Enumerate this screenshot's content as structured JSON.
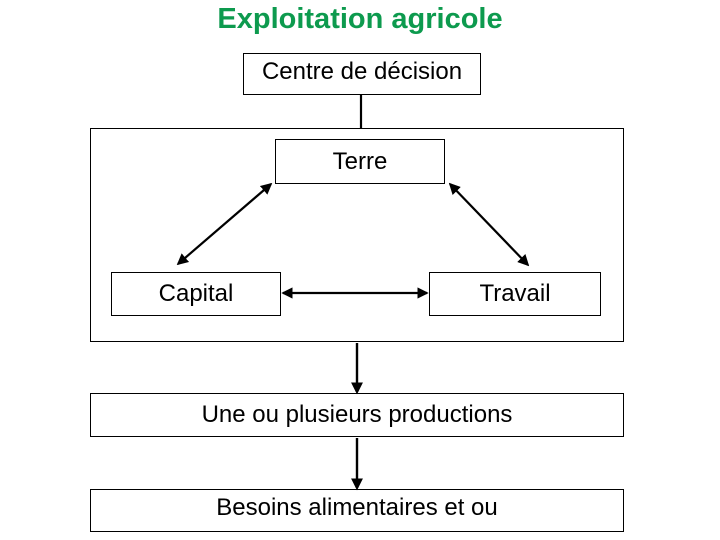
{
  "title": {
    "text": "Exploitation agricole",
    "color": "#0d9a4e"
  },
  "diagram": {
    "type": "flowchart",
    "nodes": [
      {
        "id": "decision",
        "label": "Centre de décision"
      },
      {
        "id": "terre",
        "label": "Terre"
      },
      {
        "id": "capital",
        "label": "Capital"
      },
      {
        "id": "travail",
        "label": "Travail"
      },
      {
        "id": "productions",
        "label": "Une ou plusieurs productions"
      },
      {
        "id": "besoins",
        "label": "Besoins alimentaires et ou"
      }
    ],
    "connections": [
      {
        "from": "decision",
        "to": "facteurs-frame",
        "style": "line-down"
      },
      {
        "from": "capital",
        "to": "terre",
        "style": "double-arrow-diagonal"
      },
      {
        "from": "terre",
        "to": "travail",
        "style": "double-arrow-diagonal"
      },
      {
        "from": "capital",
        "to": "travail",
        "style": "double-arrow-horizontal"
      },
      {
        "from": "facteurs-frame",
        "to": "productions",
        "style": "arrow-down"
      },
      {
        "from": "productions",
        "to": "besoins",
        "style": "arrow-down"
      }
    ],
    "frame_label": "",
    "stroke_color": "#000000"
  }
}
